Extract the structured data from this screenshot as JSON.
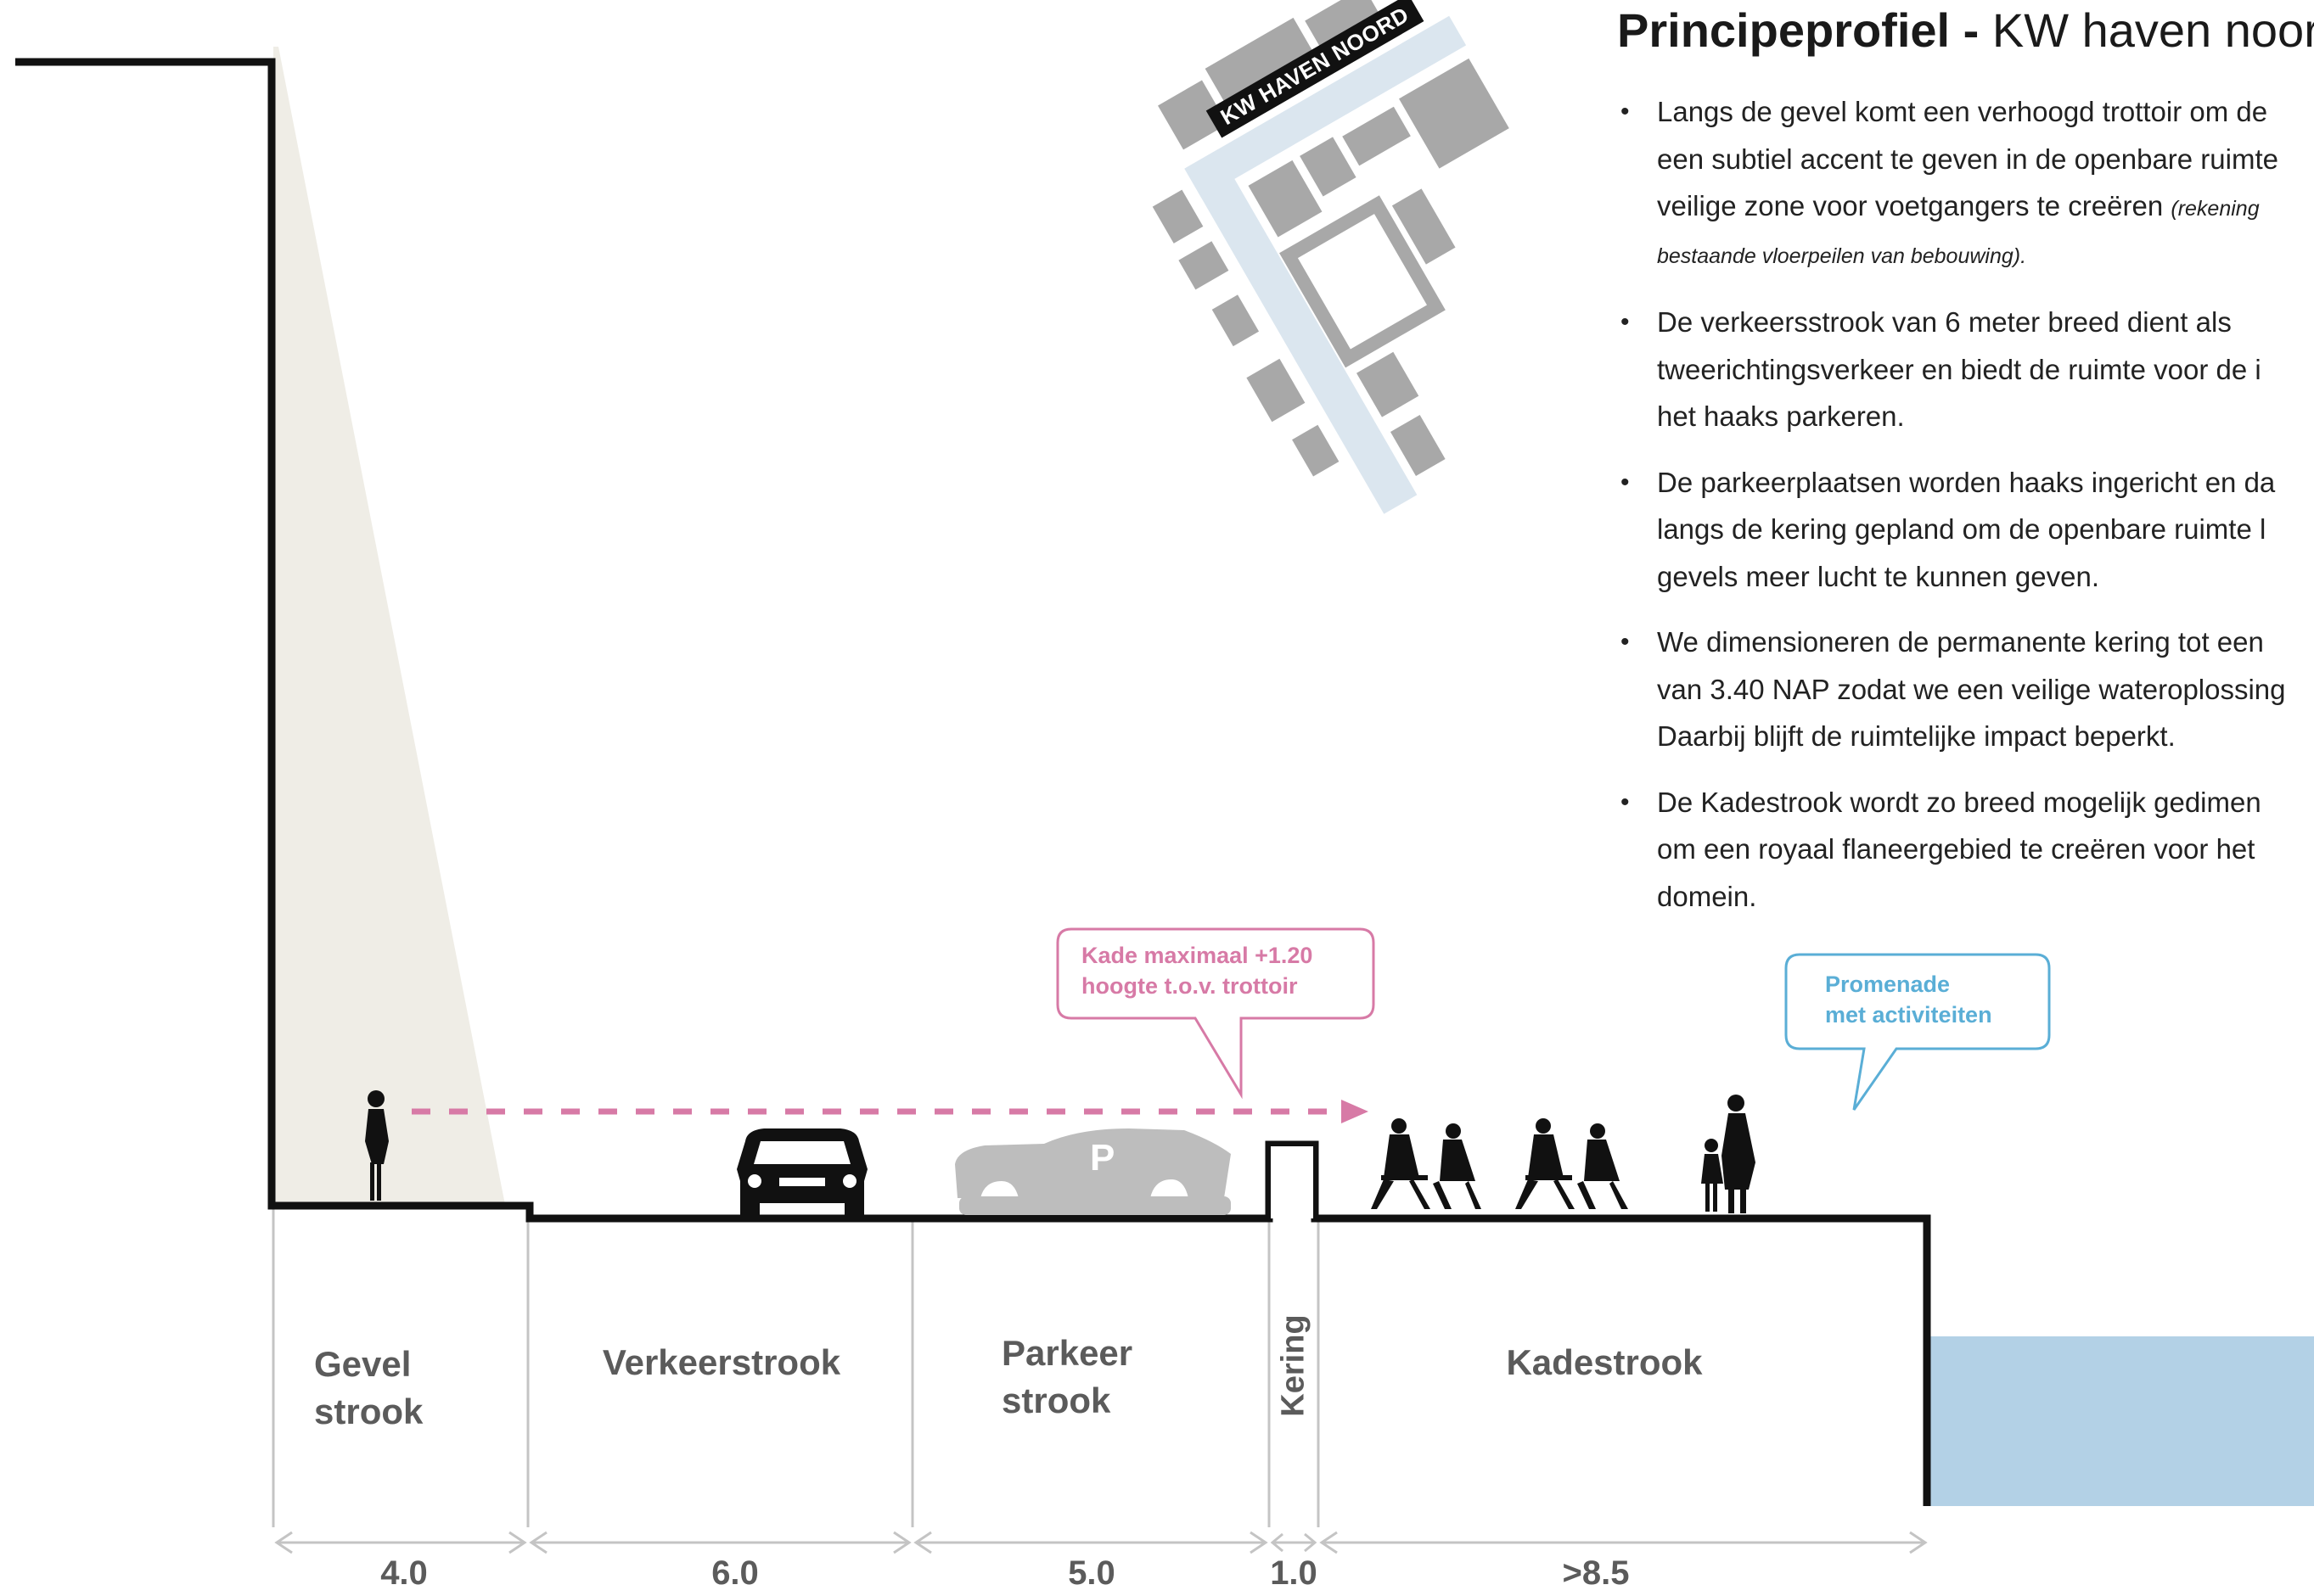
{
  "title": {
    "bold": "Principeprofiel -",
    "rest": " KW haven noord"
  },
  "bullets": [
    {
      "lines": [
        "Langs de gevel komt een verhoogd trottoir om de",
        "een subtiel accent te geven in de openbare ruimte",
        "veilige zone voor voetgangers te creëren"
      ],
      "note_a": "(rekening",
      "note_b": "bestaande vloerpeilen van bebouwing)."
    },
    {
      "lines": [
        "De verkeersstrook van 6 meter breed dient als",
        "tweerichtingsverkeer en biedt de ruimte voor de i",
        "het haaks parkeren."
      ]
    },
    {
      "lines": [
        "De parkeerplaatsen worden haaks ingericht en da",
        "langs de kering gepland om de openbare ruimte l",
        "gevels meer lucht te kunnen geven."
      ]
    },
    {
      "lines": [
        "We dimensioneren de permanente kering tot een",
        "van 3.40 NAP zodat we een veilige wateroplossing",
        "Daarbij blijft de ruimtelijke impact beperkt."
      ]
    },
    {
      "lines": [
        "De Kadestrook wordt zo breed mogelijk gedimen",
        "om een royaal flaneergebied te creëren voor het",
        "domein."
      ]
    }
  ],
  "map": {
    "street_label": "KW HAVEN NOORD"
  },
  "callouts": {
    "kade": {
      "line1": "Kade maximaal +1.20",
      "line2": "hoogte t.o.v. trottoir",
      "color": "#d77aa6"
    },
    "promenade": {
      "line1": "Promenade",
      "line2": "met activiteiten",
      "color": "#5aaed6"
    }
  },
  "parking_badge": "P",
  "zones": {
    "gevel": {
      "line1": "Gevel",
      "line2": "strook"
    },
    "verkeer": {
      "line1": "Verkeerstrook"
    },
    "parkeer": {
      "line1": "Parkeer",
      "line2": "strook"
    },
    "kering": {
      "line1": "Kering"
    },
    "kade": {
      "line1": "Kadestrook"
    }
  },
  "dimensions": {
    "gevel": "4.0",
    "verkeer": "6.0",
    "parkeer": "5.0",
    "kering": "1.0",
    "kade": ">8.5"
  },
  "colors": {
    "profile": "#111111",
    "water": "#b3d1e6",
    "guides": "#c4c4c4",
    "silhouette": "#111111",
    "car_gray": "#bdbdbd",
    "map_buildings": "#a8a8a8",
    "map_streets": "#dbe6ef",
    "light_cone": "#efede6"
  }
}
